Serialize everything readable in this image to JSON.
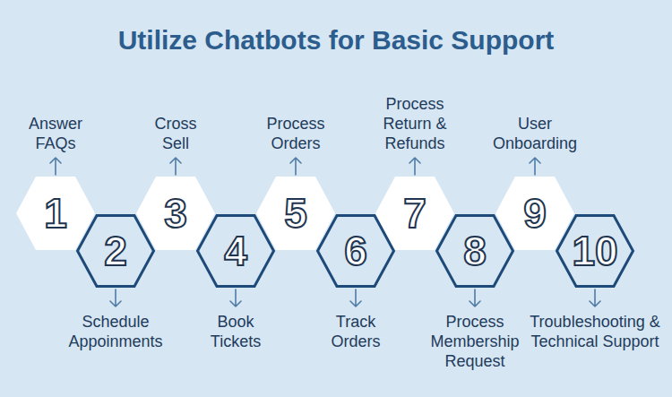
{
  "diagram": {
    "title": "Utilize Chatbots for Basic Support",
    "nodes": [
      {
        "text": [
          "1",
          "Answer FAQs"
        ]
      },
      {
        "text": [
          "2",
          "Schedule Appoinments"
        ]
      },
      {
        "text": [
          "3",
          "Cross Sell"
        ]
      },
      {
        "text": [
          "4",
          "Book Tickets"
        ]
      },
      {
        "text": [
          "5",
          "Process Orders"
        ]
      },
      {
        "text": [
          "6",
          "Track Orders"
        ]
      },
      {
        "text": [
          "7",
          "Process Return & Refunds"
        ]
      },
      {
        "text": [
          "8",
          "Process Membership Request"
        ]
      },
      {
        "text": [
          "9",
          "User Onboarding"
        ]
      },
      {
        "text": [
          "10",
          "Troubleshooting & Technical Support"
        ]
      }
    ]
  }
}
